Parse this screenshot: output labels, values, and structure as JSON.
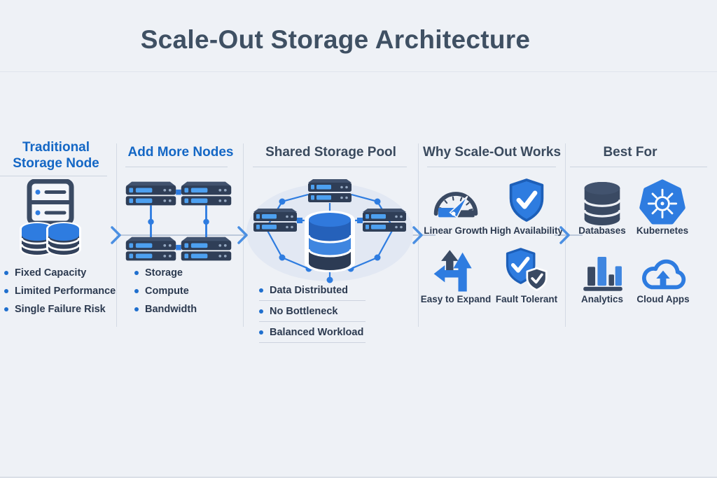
{
  "title": "Scale-Out Storage Architecture",
  "colors": {
    "background": "#eef1f6",
    "title_text": "#3f5063",
    "heading_blue": "#1467c5",
    "heading_dark": "#3a4a5e",
    "body_text": "#2c3a50",
    "accent_blue": "#2e7ce0",
    "dark_navy": "#33425c",
    "light_blue_screen": "#4da0f0",
    "pool_ellipse": "#e2e8f3",
    "divider": "#ccd3df",
    "chevron": "#4b8fe2"
  },
  "columns": [
    {
      "heading_lines": [
        "Traditional",
        "Storage Node"
      ],
      "icon": "storage-server-icon",
      "bullets": [
        "Fixed Capacity",
        "Limited Performance",
        "Single Failure Risk"
      ]
    },
    {
      "heading": "Add More Nodes",
      "icon": "server-cluster-icon",
      "bullets": [
        "Storage",
        "Compute",
        "Bandwidth"
      ]
    },
    {
      "heading": "Shared Storage Pool",
      "icon": "shared-storage-pool-icon",
      "bullets": [
        "Data Distributed",
        "No Bottleneck",
        "Balanced Workload"
      ]
    },
    {
      "heading": "Why Scale-Out Works",
      "features": [
        {
          "label": "Linear Growth",
          "icon": "gauge-icon"
        },
        {
          "label": "High Availability",
          "icon": "shield-check-icon"
        },
        {
          "label": "Easy to Expand",
          "icon": "expand-arrows-icon"
        },
        {
          "label": "Fault Tolerant",
          "icon": "double-shield-icon"
        }
      ]
    },
    {
      "heading": "Best For",
      "features": [
        {
          "label": "Databases",
          "icon": "database-icon"
        },
        {
          "label": "Kubernetes",
          "icon": "kubernetes-icon"
        },
        {
          "label": "Analytics",
          "icon": "bar-chart-icon"
        },
        {
          "label": "Cloud Apps",
          "icon": "cloud-upload-icon"
        }
      ]
    }
  ],
  "connector": {
    "icon": "chevron-right-icon",
    "count": 4
  }
}
